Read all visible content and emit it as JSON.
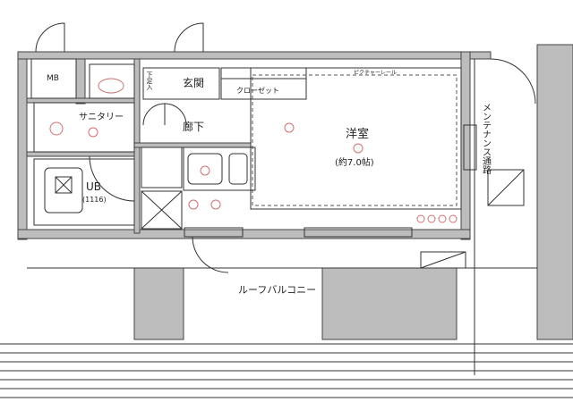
{
  "floorplan": {
    "rooms": {
      "mb": "MB",
      "entrance": "玄関",
      "shoe_box": "下足入",
      "closet": "クローゼット",
      "picture_rail": "ピクチャーレール",
      "western_room": "洋室",
      "western_room_size": "(約7.0帖)",
      "sanitary": "サニタリー",
      "hallway": "廊下",
      "unit_bath": "UB",
      "unit_bath_size": "(1116)",
      "maintenance_passage": "メンテナンス通路",
      "roof_balcony": "ルーフバルコニー"
    },
    "colors": {
      "wall": "#bdbdbd",
      "line": "#333333",
      "equipment": "#d07070"
    }
  }
}
